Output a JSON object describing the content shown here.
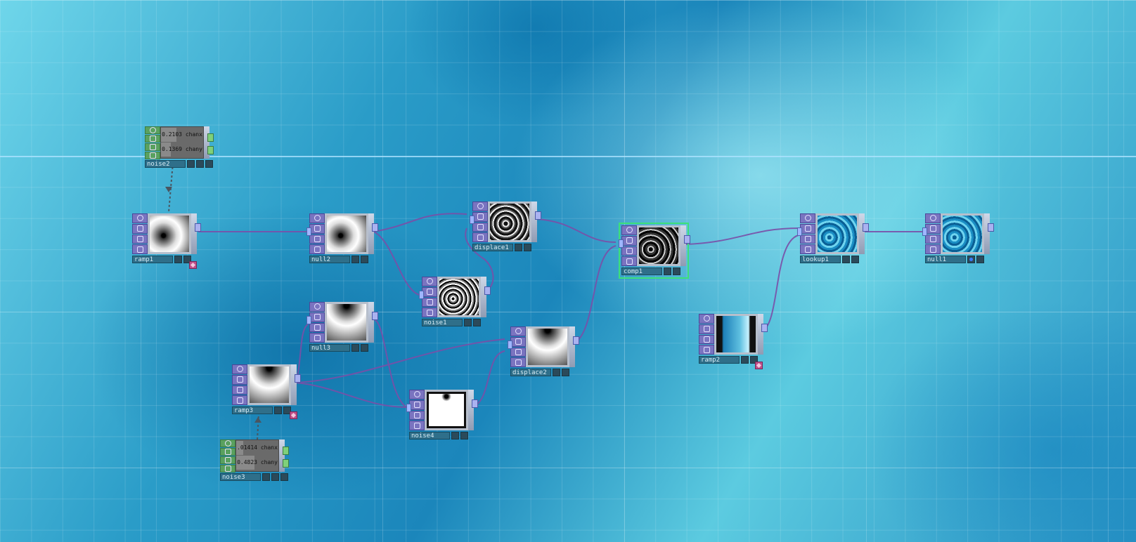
{
  "nodes": {
    "noise2": {
      "name": "noise2",
      "chan1_value": "0.2103",
      "chan1_name": "chanx",
      "chan2_value": "0.1369",
      "chan2_name": "chany"
    },
    "noise3": {
      "name": "noise3",
      "chan1_value": ".01414",
      "chan1_name": "chanx",
      "chan2_value": "0.4823",
      "chan2_name": "chany"
    },
    "ramp1": {
      "name": "ramp1"
    },
    "null2": {
      "name": "null2"
    },
    "displace1": {
      "name": "displace1"
    },
    "noise1": {
      "name": "noise1"
    },
    "null3": {
      "name": "null3"
    },
    "ramp3": {
      "name": "ramp3"
    },
    "noise4": {
      "name": "noise4"
    },
    "displace2": {
      "name": "displace2"
    },
    "comp1": {
      "name": "comp1"
    },
    "ramp2": {
      "name": "ramp2"
    },
    "lookup1": {
      "name": "lookup1"
    },
    "null1": {
      "name": "null1"
    }
  },
  "colors": {
    "wire": "#7a4fa8",
    "selected_outline": "#3ce07a",
    "top_port": "#7a74c0",
    "chop_port": "#5aa15f",
    "viewer_flag": "#c0508a",
    "display_dot": "#3a7dff"
  },
  "icons": {
    "port_icons": [
      "viewer-icon",
      "cook-icon",
      "bypass-icon",
      "lock-icon"
    ],
    "flag_icon": "viewer-active-icon"
  }
}
